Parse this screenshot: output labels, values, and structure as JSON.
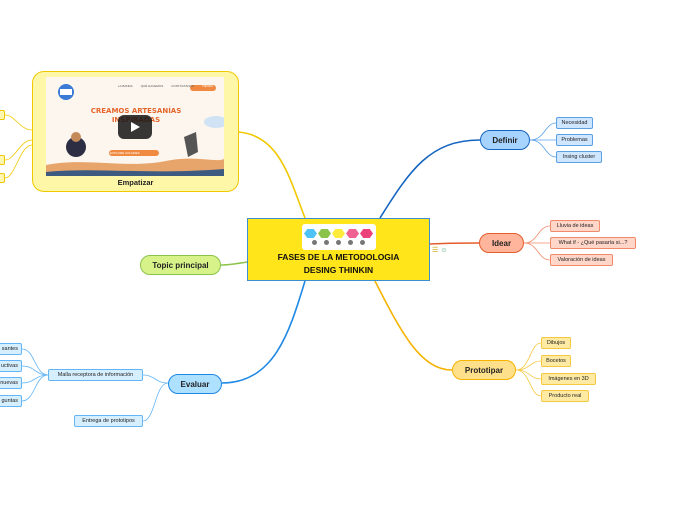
{
  "central": {
    "title_line1": "FASES DE LA METODOLOGIA",
    "title_line2": "DESING THINKIN"
  },
  "branches": {
    "empatizar": "Empatizar",
    "definir": "Definir",
    "idear": "Idear",
    "prototipar": "Prototipar",
    "evaluar": "Evaluar",
    "topic": "Topic principal"
  },
  "definir_items": [
    "Necesidad",
    "Problemas",
    "Insing cluster"
  ],
  "idear_items": [
    "Lluvia de ideas",
    "What if - ¿Qué pasaría si...?",
    "Valoración de ideas"
  ],
  "prototipar_items": [
    "Dibujos",
    "Bocetos",
    "Imágenes en 3D",
    "Producto  real"
  ],
  "evaluar_items": [
    "Malla receptora de información",
    "Entrega de prototipos"
  ],
  "evaluar_sub": [
    "santes",
    "uctivas",
    "nuevas",
    "guntas"
  ],
  "image": {
    "heading1": "CREAMOS ARTESANÍAS",
    "heading2": "INSPIRADAS",
    "nav": [
      "LA BANDA",
      "QUÉ HACEMOS",
      "CONTÁCTANOS",
      "TIENDA"
    ],
    "cta": "EXPLORE COLORES"
  },
  "colors": {
    "definir": "#1565c0",
    "idear": "#e55c2b",
    "prototipar": "#f5b300",
    "evaluar": "#1e88e5",
    "topic": "#8bc34a",
    "empatizar": "#f0c800"
  }
}
